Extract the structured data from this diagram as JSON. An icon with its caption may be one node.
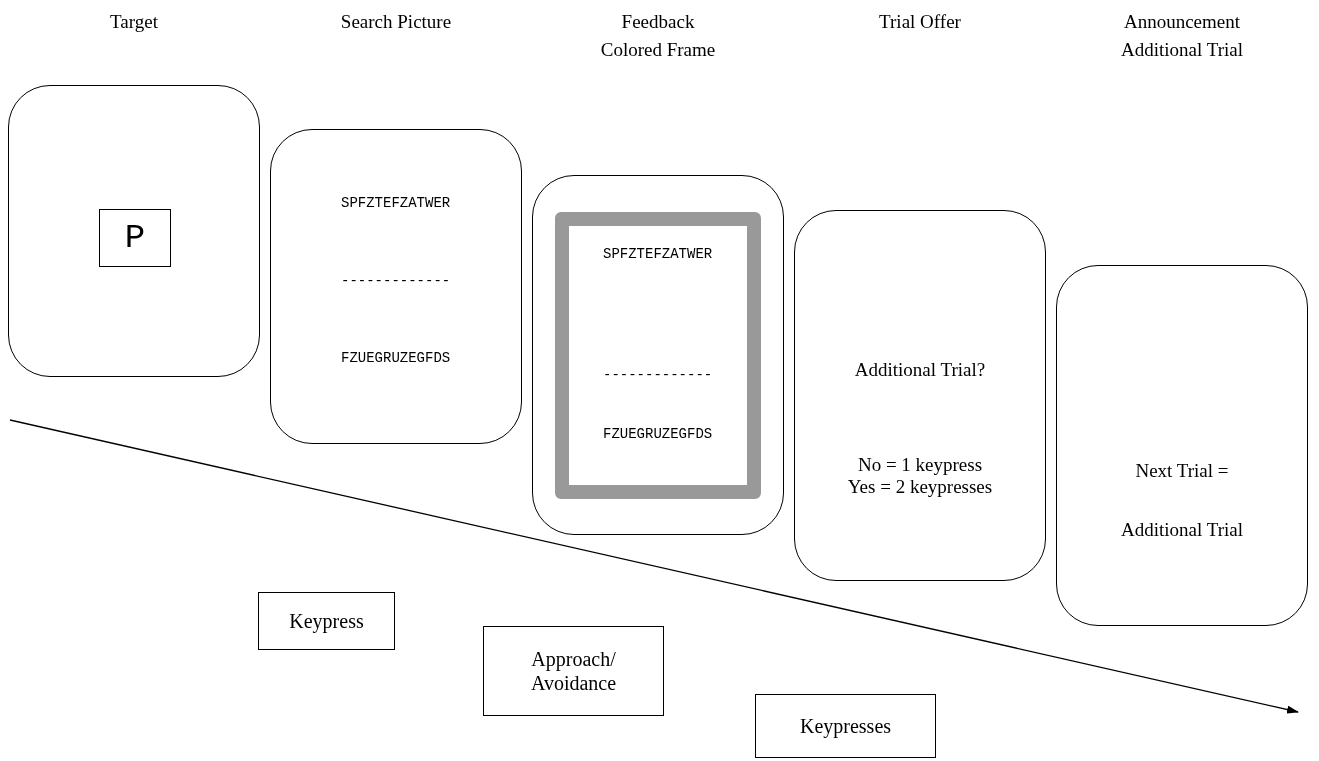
{
  "diagram": {
    "nodes": [
      {
        "text": [],
        "shape": "box"
      },
      {
        "text": [
          "P"
        ],
        "in": 0
      },
      {
        "text": [
          "SPFZTEFZATWER",
          "-------------",
          "FZUEGRUZEGFDS"
        ]
      },
      {
        "text": [
          "SPFZTEFZATWER",
          "-------------",
          "FZUEGRUZEGFDS"
        ]
      },
      {
        "text": [
          "Additional Trial?",
          "No = 1 keypress Yes = 2 keypresses"
        ]
      },
      {
        "text": [
          "Next Trial =",
          "Additional Trial"
        ]
      },
      {
        "text": [
          "Keypress"
        ]
      },
      {
        "text": [
          "Approach/ Avoidance"
        ]
      },
      {
        "text": [
          "Keypresses"
        ]
      }
    ],
    "labels": [
      "Target",
      "Search Picture",
      "Feedback Colored Frame",
      "Trial Offer",
      "Announcement Additional Trial"
    ]
  }
}
